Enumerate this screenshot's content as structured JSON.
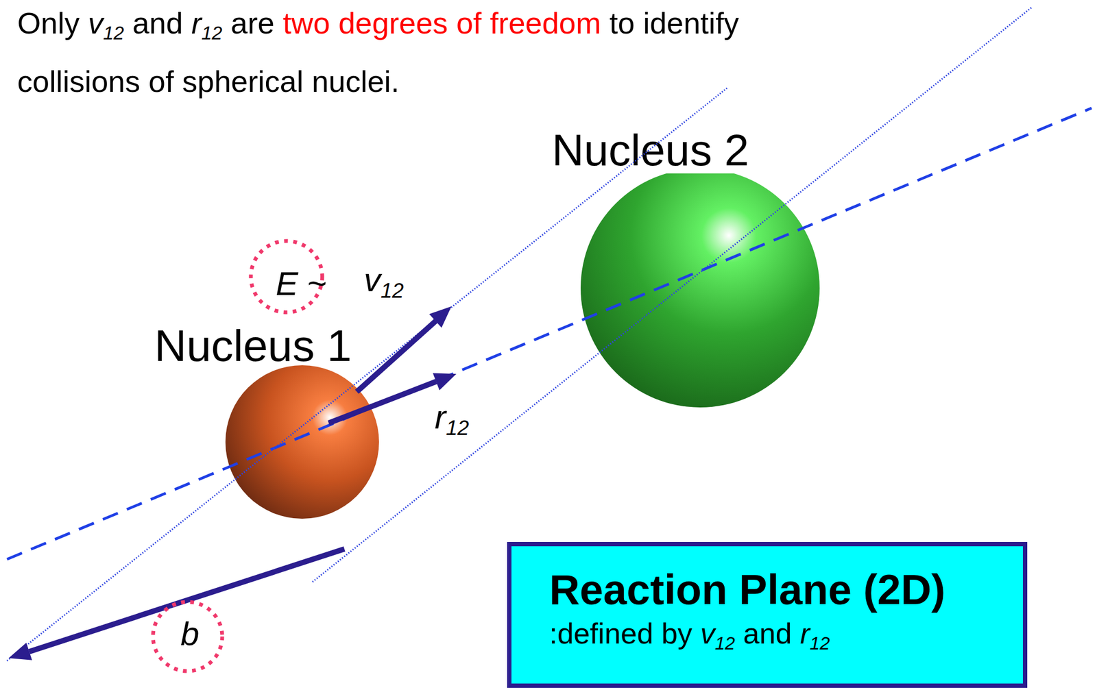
{
  "diagram": {
    "title": "Only v12 and r12 are two degrees of freedom to identify collisions of spherical nuclei.",
    "nodes": [
      {
        "text": [
          "Nucleus 2"
        ]
      },
      {
        "text": [
          "Nucleus 1"
        ]
      },
      {
        "text": [
          "Reaction Plane (2D)",
          ":defined by v12 and r12"
        ]
      }
    ],
    "labels": [
      "E ~",
      "v12",
      "r12",
      "b"
    ]
  }
}
